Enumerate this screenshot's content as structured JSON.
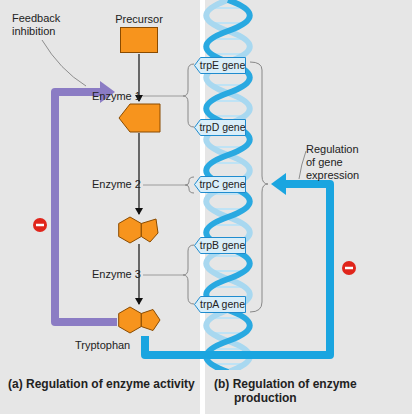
{
  "diagram": {
    "nodes": [
      {
        "text": [
          "Precursor"
        ]
      },
      {
        "text": [
          "trpE gene"
        ]
      },
      {
        "text": [
          "trpD gene"
        ]
      },
      {
        "text": [
          "trpC gene"
        ]
      },
      {
        "text": [
          "trpB gene"
        ]
      },
      {
        "text": [
          "trpA gene"
        ]
      },
      {
        "text": [
          "Tryptophan"
        ]
      }
    ],
    "labels": [
      "Feedback inhibition",
      "Enzyme 1",
      "Enzyme 2",
      "Enzyme 3",
      "Regulation of gene expression",
      "(a) Regulation of enzyme activity",
      "(b) Regulation of enzyme production"
    ]
  }
}
